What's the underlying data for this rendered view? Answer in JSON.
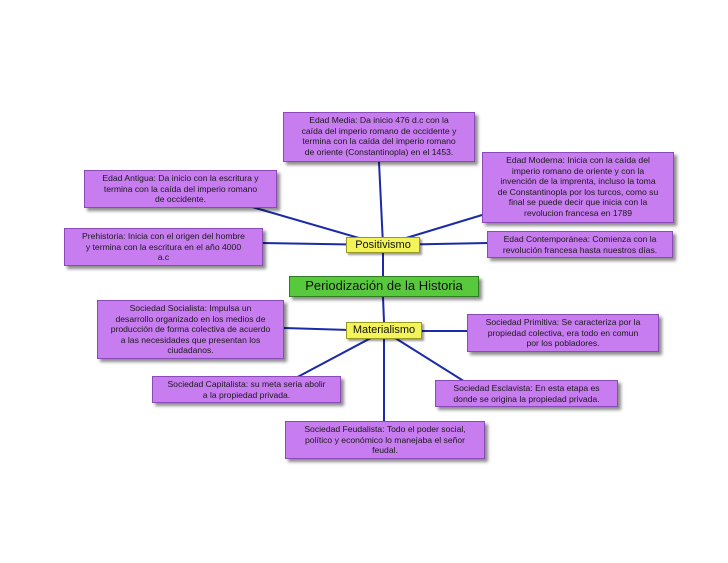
{
  "diagram": {
    "center": "Periodización de la Historia",
    "hubs": {
      "positivismo": "Positivismo",
      "materialismo": "Materialismo"
    },
    "positivismo_nodes": {
      "edad_media": "Edad Media: Da inicio 476 d.c  con la\ncaída del imperio romano de occidente y\ntermina con la caída del imperio romano\nde oriente (Constantinopla) en el 1453.",
      "edad_antigua": "Edad Antigua: Da inicio con la escritura y\ntermina con la caída del imperio romano\nde occidente.",
      "edad_moderna": "Edad Moderna: Inicia con la caída del\nimperio romano de oriente  y con la\ninvención de la imprenta, incluso la toma\nde Constantinopla por los turcos, como su\nfinal se puede decir que inicia con la\nrevolucion francesa en 1789",
      "prehistoria": "Prehistoria: Inicia con el origen del hombre\ny termina con la escritura en el año 4000\na.c",
      "edad_contemporanea": "Edad Contemporánea: Comienza con la\nrevolución francesa hasta nuestros días."
    },
    "materialismo_nodes": {
      "sociedad_socialista": "Sociedad Socialista:  Impulsa un\ndesarrollo organizado en los medios de\nproducción de forma colectiva de acuerdo\na las necesidades que presentan los\nciudadanos.",
      "sociedad_primitiva": "Sociedad Primitiva: Se caracteriza por la\npropiedad colectiva, era todo en comun\npor los pobladores.",
      "sociedad_capitalista": "Sociedad Capitalista: su meta seria abolir\na la propiedad privada.",
      "sociedad_esclavista": "Sociedad Esclavista: En esta etapa es\ndonde se origina la propiedad privada.",
      "sociedad_feudalista": "Sociedad Feudalista: Todo el poder social,\npolítico y económico lo manejaba el señor\nfeudal."
    },
    "colors": {
      "node_fill": "#c77cf0",
      "hub_fill": "#f3f35a",
      "center_fill": "#58c83c",
      "connector": "#1a2aa8"
    }
  }
}
